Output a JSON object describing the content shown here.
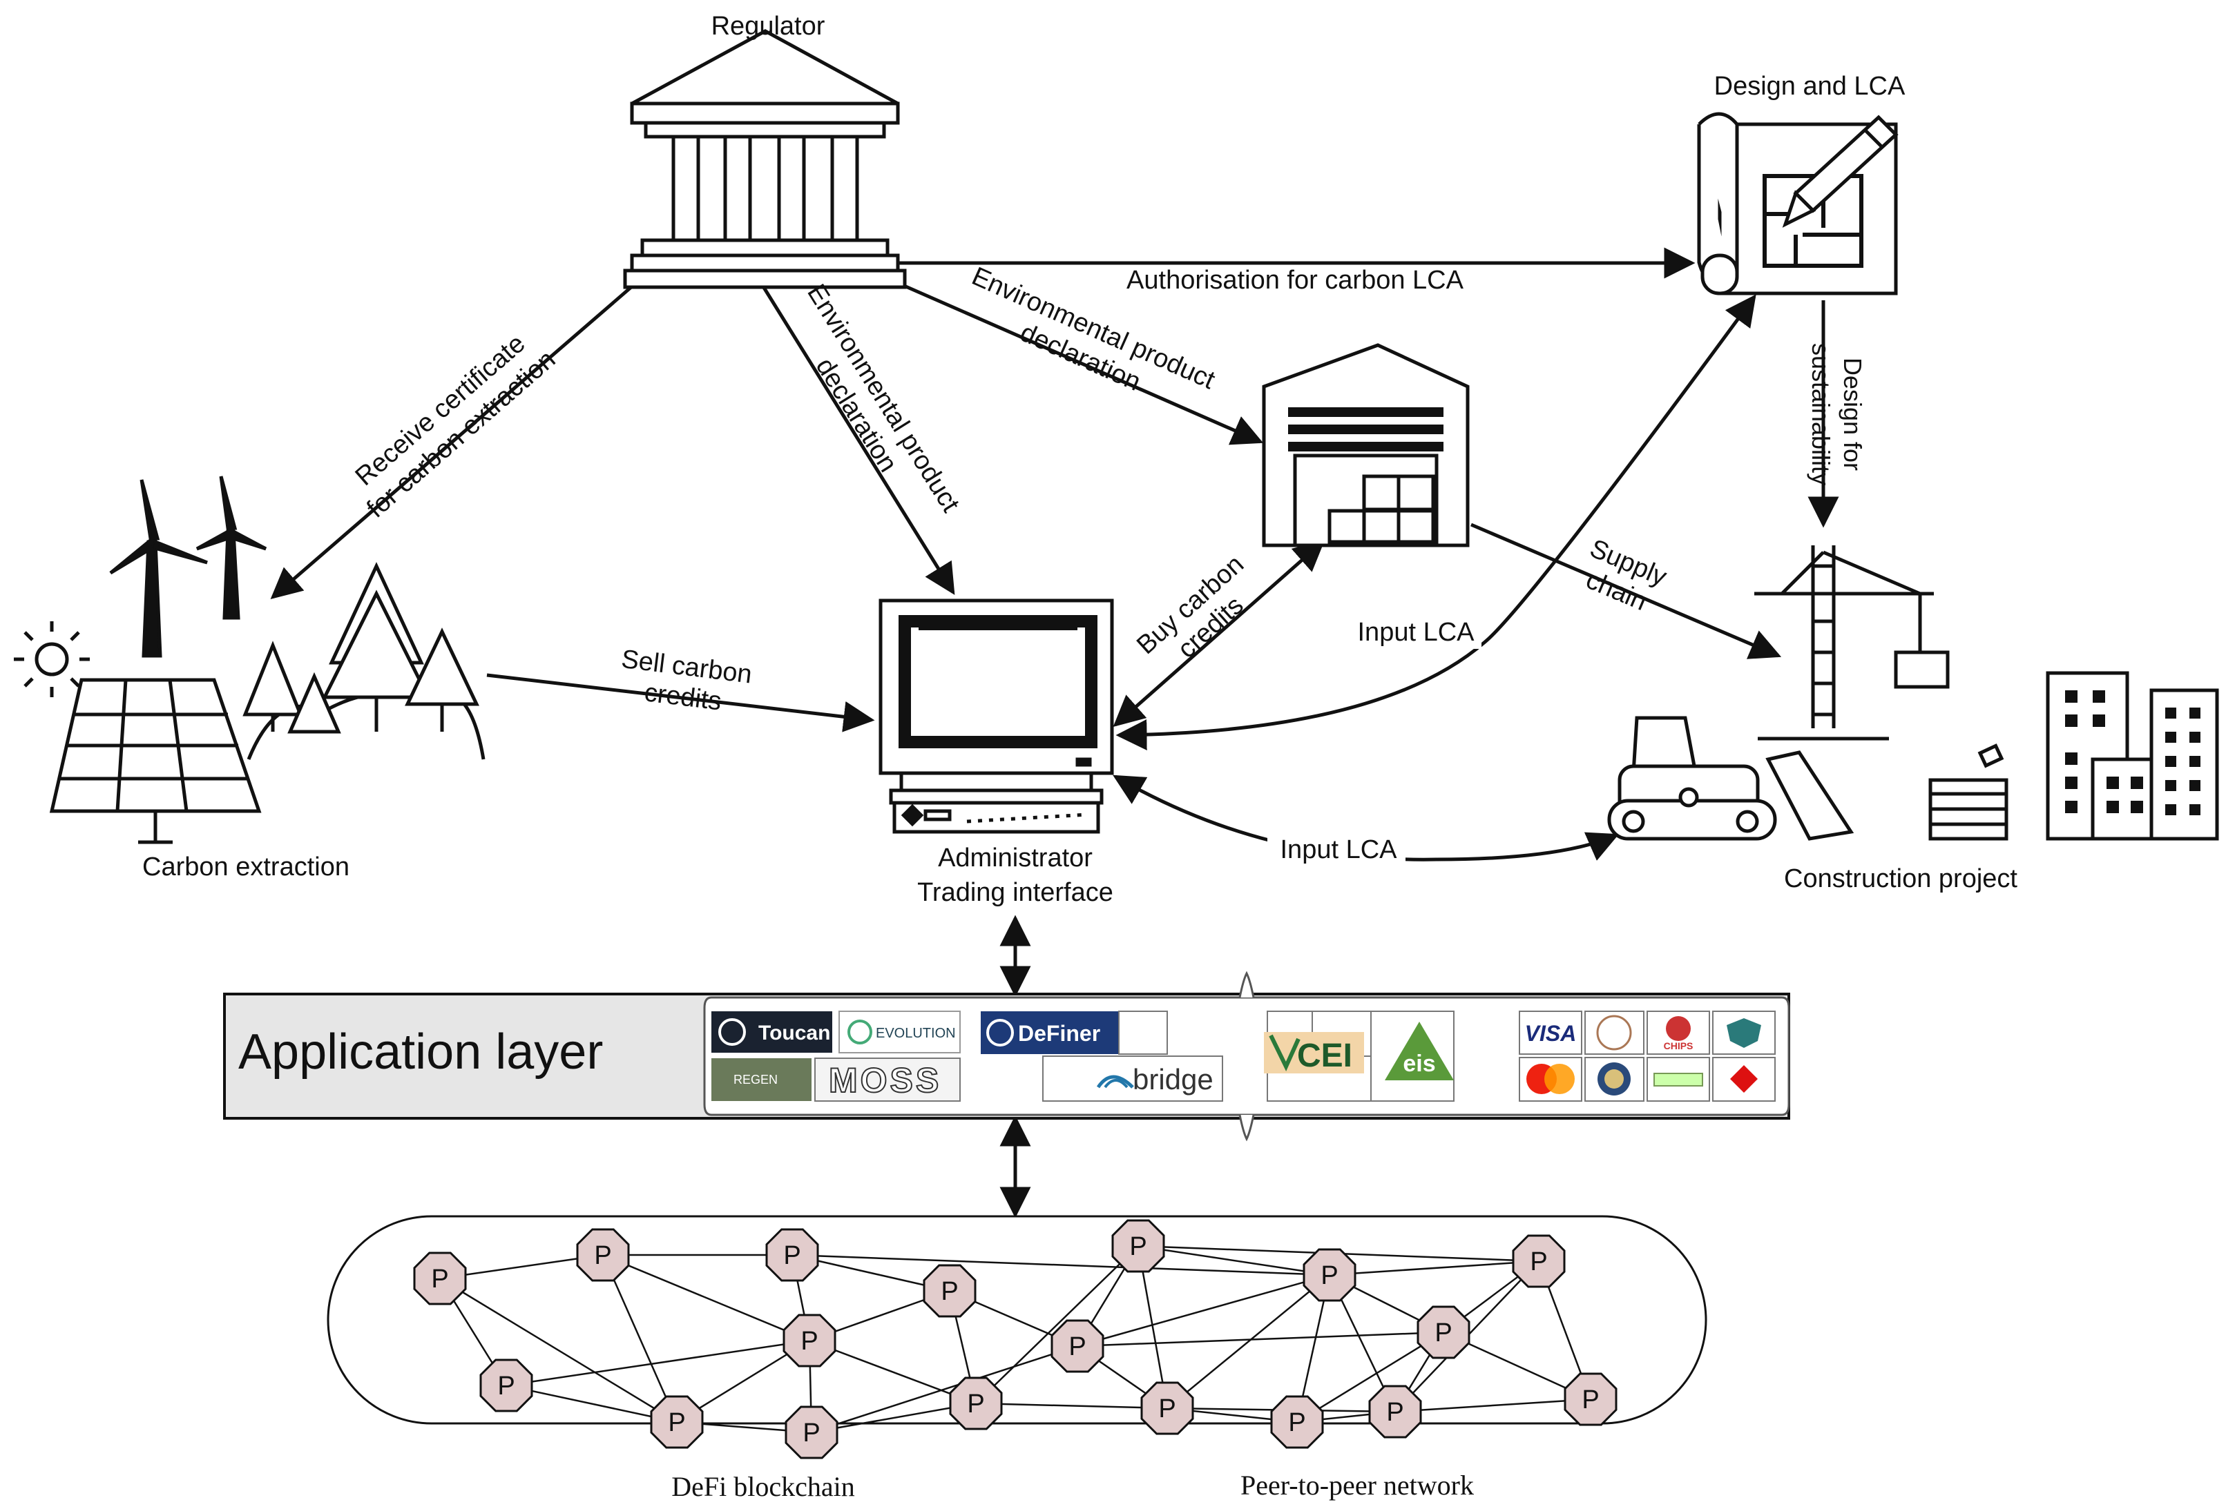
{
  "nodes": {
    "regulator": "Regulator",
    "design_lca": "Design and LCA",
    "carbon_extraction": "Carbon extraction",
    "admin_line1": "Administrator",
    "admin_line2": "Trading interface",
    "construction": "Construction project"
  },
  "edges": {
    "authorisation": "Authorisation for carbon LCA",
    "receive_cert_1": "Receive certificate",
    "receive_cert_2": "for carbon extraction",
    "epd_admin_1": "Environmental product",
    "epd_admin_2": "declaration",
    "epd_warehouse_1": "Environmental product",
    "epd_warehouse_2": "declaration",
    "design_sust_1": "Design for",
    "design_sust_2": "sustainability",
    "sell_1": "Sell carbon",
    "sell_2": "credits",
    "buy_1": "Buy carbon",
    "buy_2": "credits",
    "supply_1": "Supply",
    "supply_2": "chain",
    "input_lca_design": "Input LCA",
    "input_lca_construction": "Input LCA"
  },
  "application_layer": {
    "title": "Application layer",
    "logos": {
      "toucan": "Toucan",
      "evolution": "EVOLUTION",
      "regen": "REGEN",
      "moss": "MOSS",
      "definer": "DeFiner",
      "bridge": "bridge",
      "cei": "CEI",
      "eis": "eis",
      "visa": "VISA",
      "chips": "CHIPS"
    }
  },
  "network": {
    "peer_label": "P",
    "defi_label": "DeFi blockchain",
    "p2p_label": "Peer-to-peer network"
  },
  "colors": {
    "line": "#111111",
    "peer_fill": "#e2cccc",
    "app_layer_fill": "#e6e6e6"
  }
}
